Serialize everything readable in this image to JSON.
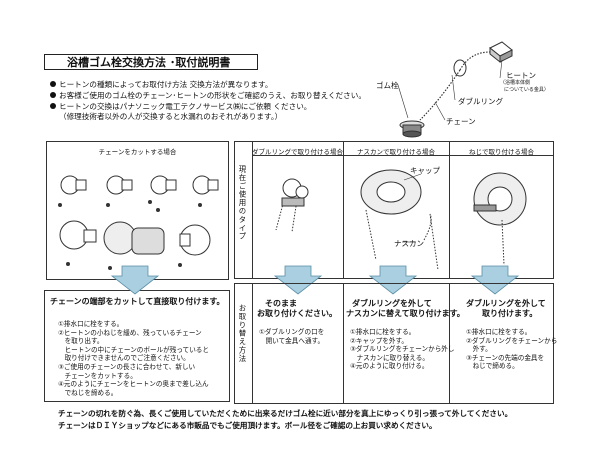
{
  "title": "浴槽ゴム栓交換方法 ･取付説明書",
  "notes": [
    "ヒートンの種類によってお取付け方法 交換方法が異なります。",
    "お客様ご使用のゴム栓のチェーン･ヒートンの形状をご確認のうえ、お取り替えください。",
    "ヒートンの交換はパナソニック電工テクノサービス㈱にご依頼 ください。",
    "（修理技術者以外の人が交換すると水漏れのおそれがあります。）"
  ],
  "diagram_labels": {
    "rubber_plug": "ゴム栓",
    "heaton": "ヒートン",
    "heaton_note_1": "（浴槽本体側",
    "heaton_note_2": "についている金具）",
    "double_ring": "ダブルリング",
    "chain": "チェーン"
  },
  "headers": {
    "cut_chain": "チェーンをカットする場合",
    "double_ring": "ダブルリングで取り付ける場合",
    "nasukan": "ナスカンで取り付ける場合",
    "screw": "ねじで取り付ける場合"
  },
  "side_labels": {
    "current": "現在ご使用のタイプ",
    "method": "お取り替え方法"
  },
  "image_labels": {
    "cap": "キャップ",
    "nasukan": "ナスカン"
  },
  "columns": {
    "cut": {
      "title": "チェーンの端部をカットして直接取り付けます。",
      "steps": [
        "①排水口に栓をする。",
        "②ヒートンの小ねじを緩め、残っているチェーン",
        "　を取り出す。",
        "　ヒートンの中にチェーンのボールが残っていると",
        "　取り付けできませんのでご注意ください。",
        "③ご使用のチェーンの長さに合わせて、新しい",
        "　チェーンをカットする。",
        "④元のようにチェーンをヒートンの奥まで差し込ん",
        "　でねじを締める。"
      ]
    },
    "double_ring": {
      "title_1": "そのまま",
      "title_2": "お取り付けください。",
      "steps": [
        "①ダブルリングの口を",
        "　開いて金具へ通す。"
      ]
    },
    "nasukan": {
      "title_1": "ダブルリングを外して",
      "title_2": "ナスカンに替えて取り付けます。",
      "steps": [
        "①排水口に栓をする。",
        "②キャップを外す。",
        "③ダブルリングをチェーンから外し",
        "　ナスカンに取り替える。",
        "④元のように取り付ける。"
      ]
    },
    "screw": {
      "title_1": "ダブルリングを外して",
      "title_2": "取り付けます。",
      "steps": [
        "①排水口に栓をする。",
        "②ダブルリングをチェーンから",
        "　外す。",
        "③チェーンの先端の金具を",
        "　ねじで締める。"
      ]
    }
  },
  "footer": [
    "チェーンの切れを防ぐ為、長くご使用していただくために出来るだけゴム栓に近い部分を真上にゆっくり引っ張って外してください。",
    "チェーンはＤＩＹショップなどにある市販品でもご使用頂けます。ボール径をご確認の上お買い求めください。"
  ]
}
